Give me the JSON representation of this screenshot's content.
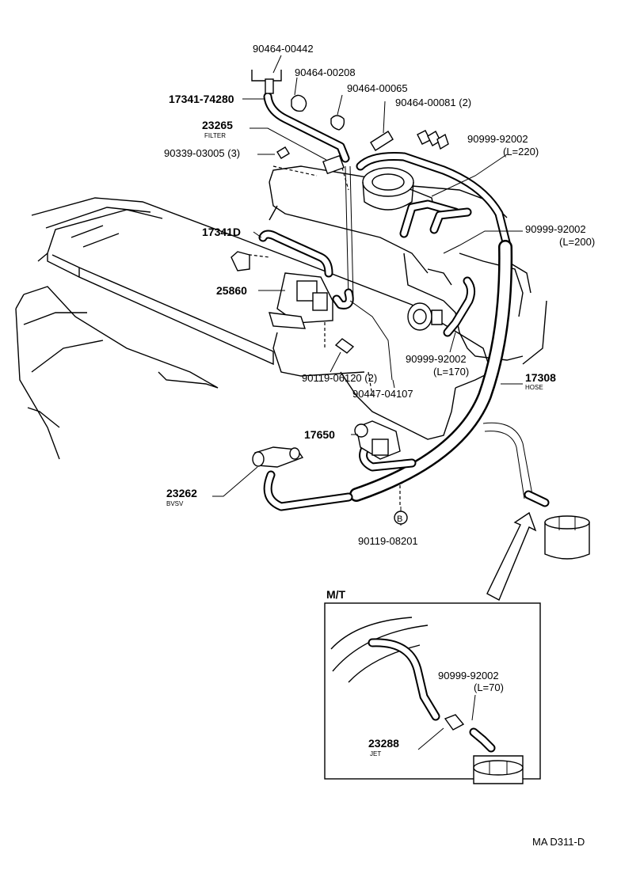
{
  "labels": {
    "p1": "90464-00442",
    "p2": "90464-00208",
    "p3": "17341-74280",
    "p4": "90464-00065",
    "p5": "90464-00081 (2)",
    "p6": "23265",
    "p6_sub": "FILTER",
    "p7": "90999-92002",
    "p7_len": "(L=220)",
    "p8": "90339-03005 (3)",
    "p9": "17341D",
    "p10": "90999-92002",
    "p10_len": "(L=200)",
    "p11": "25860",
    "p12": "90999-92002",
    "p12_len": "(L=170)",
    "p13": "17308",
    "p13_sub": "HOSE",
    "p14": "90119-06120 (2)",
    "p15": "90447-04107",
    "p16": "17650",
    "p17": "23262",
    "p17_sub": "BVSV",
    "p18_marker": "B",
    "p18": "90119-08201",
    "inset_title": "M/T",
    "p19": "90999-92002",
    "p19_len": "(L=70)",
    "p20": "23288",
    "p20_sub": "JET",
    "code": "MA  D311-D"
  }
}
